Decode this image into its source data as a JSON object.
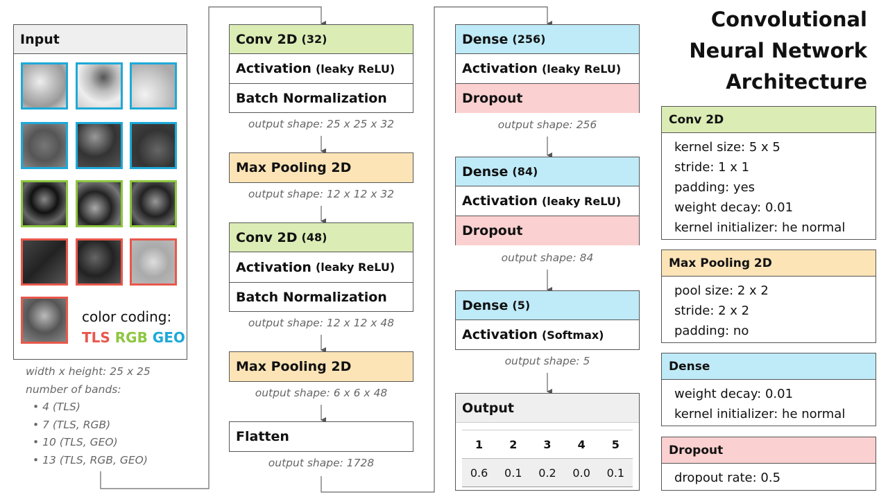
{
  "title": [
    "Convolutional",
    "Neural Network",
    "Architecture"
  ],
  "input": {
    "header": "Input",
    "color_coding_label": "color coding:",
    "tls": "TLS",
    "rgb": "RGB",
    "geo": "GEO",
    "colors": {
      "tls": "#e8574b",
      "rgb": "#8dc63f",
      "geo": "#1ea9d9"
    },
    "info": {
      "size": "width x height: 25 x 25",
      "bands_label": "number of bands:",
      "bands": [
        "4 (TLS)",
        "7 (TLS, RGB)",
        "10 (TLS, GEO)",
        "13 (TLS, RGB, GEO)"
      ]
    }
  },
  "column1": {
    "block1": {
      "conv": "Conv 2D",
      "conv_n": "(32)",
      "act": "Activation",
      "act_fn": "(leaky ReLU)",
      "bn": "Batch Normalization",
      "shape": "output shape: 25 x 25 x 32"
    },
    "pool1": {
      "label": "Max Pooling 2D",
      "shape": "output shape: 12 x 12 x 32"
    },
    "block2": {
      "conv": "Conv 2D",
      "conv_n": "(48)",
      "act": "Activation",
      "act_fn": "(leaky ReLU)",
      "bn": "Batch Normalization",
      "shape": "output shape: 12 x 12 x 48"
    },
    "pool2": {
      "label": "Max Pooling 2D",
      "shape": "output shape: 6 x 6 x 48"
    },
    "flatten": {
      "label": "Flatten",
      "shape": "output shape: 1728"
    }
  },
  "column2": {
    "dense1": {
      "label": "Dense",
      "n": "(256)",
      "act": "Activation",
      "act_fn": "(leaky ReLU)",
      "drop": "Dropout",
      "shape": "output shape: 256"
    },
    "dense2": {
      "label": "Dense",
      "n": "(84)",
      "act": "Activation",
      "act_fn": "(leaky ReLU)",
      "drop": "Dropout",
      "shape": "output shape: 84"
    },
    "dense3": {
      "label": "Dense",
      "n": "(5)",
      "act": "Activation",
      "act_fn": "(Softmax)",
      "shape": "output shape: 5"
    },
    "output": {
      "header": "Output",
      "classes": [
        "1",
        "2",
        "3",
        "4",
        "5"
      ],
      "values": [
        "0.6",
        "0.1",
        "0.2",
        "0.0",
        "0.1"
      ]
    }
  },
  "legend": {
    "conv": {
      "header": "Conv 2D",
      "lines": [
        "kernel size: 5 x 5",
        "stride: 1 x 1",
        "padding: yes",
        "weight decay: 0.01",
        "kernel initializer: he normal"
      ]
    },
    "pool": {
      "header": "Max Pooling 2D",
      "lines": [
        "pool size: 2 x 2",
        "stride: 2 x 2",
        "padding: no"
      ]
    },
    "dense": {
      "header": "Dense",
      "lines": [
        "weight decay: 0.01",
        "kernel initializer: he normal"
      ]
    },
    "dropout": {
      "header": "Dropout",
      "lines": [
        "dropout rate: 0.5"
      ]
    }
  }
}
